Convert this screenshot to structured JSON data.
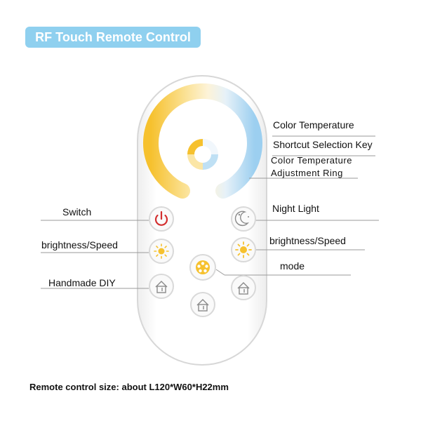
{
  "title": "RF Touch Remote Control",
  "labels": {
    "color_temp_key_1": "Color Temperature",
    "color_temp_key_2": "Shortcut Selection Key",
    "ring_1": "Color Temperature",
    "ring_2": "Adjustment Ring",
    "switch": "Switch",
    "night_light": "Night Light",
    "brightness_left": "brightness/Speed",
    "brightness_right": "brightness/Speed",
    "mode": "mode",
    "handmade_diy": "Handmade DIY"
  },
  "footer": "Remote control size: about L120*W60*H22mm",
  "colors": {
    "badge": "#8fd0ef",
    "warm": "#f7c93b",
    "cool": "#a9d6f3",
    "power_red": "#d32f2f"
  },
  "icons": {
    "power": "power-icon",
    "night": "moon-icon",
    "brightness": "sun-icon",
    "mode": "flower-icon",
    "diy": "house-icon"
  }
}
